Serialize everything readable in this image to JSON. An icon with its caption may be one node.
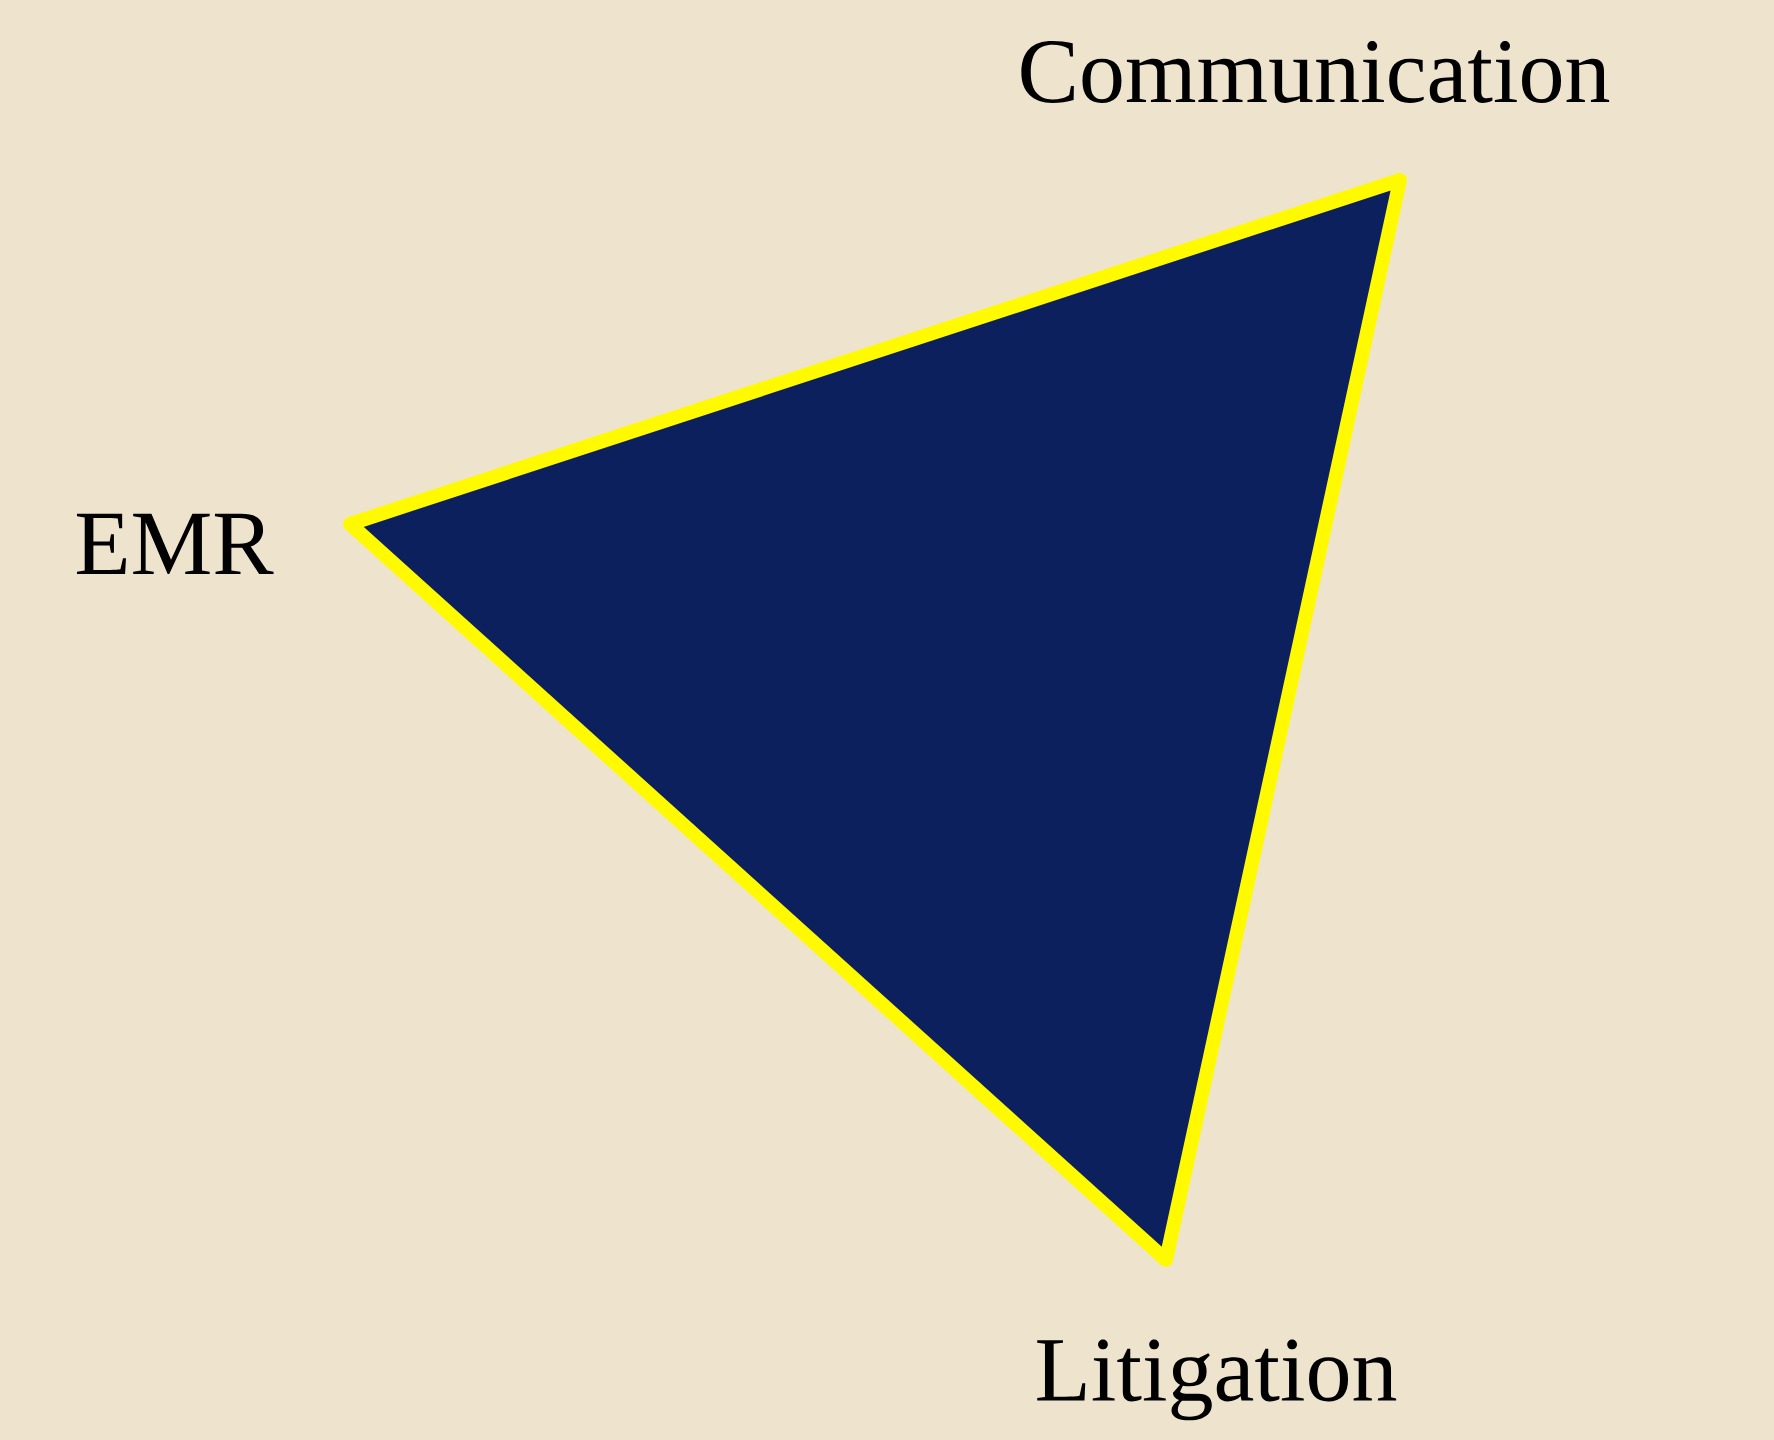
{
  "diagram": {
    "labels": [
      "Communication",
      "EMR",
      "Litigation"
    ]
  }
}
